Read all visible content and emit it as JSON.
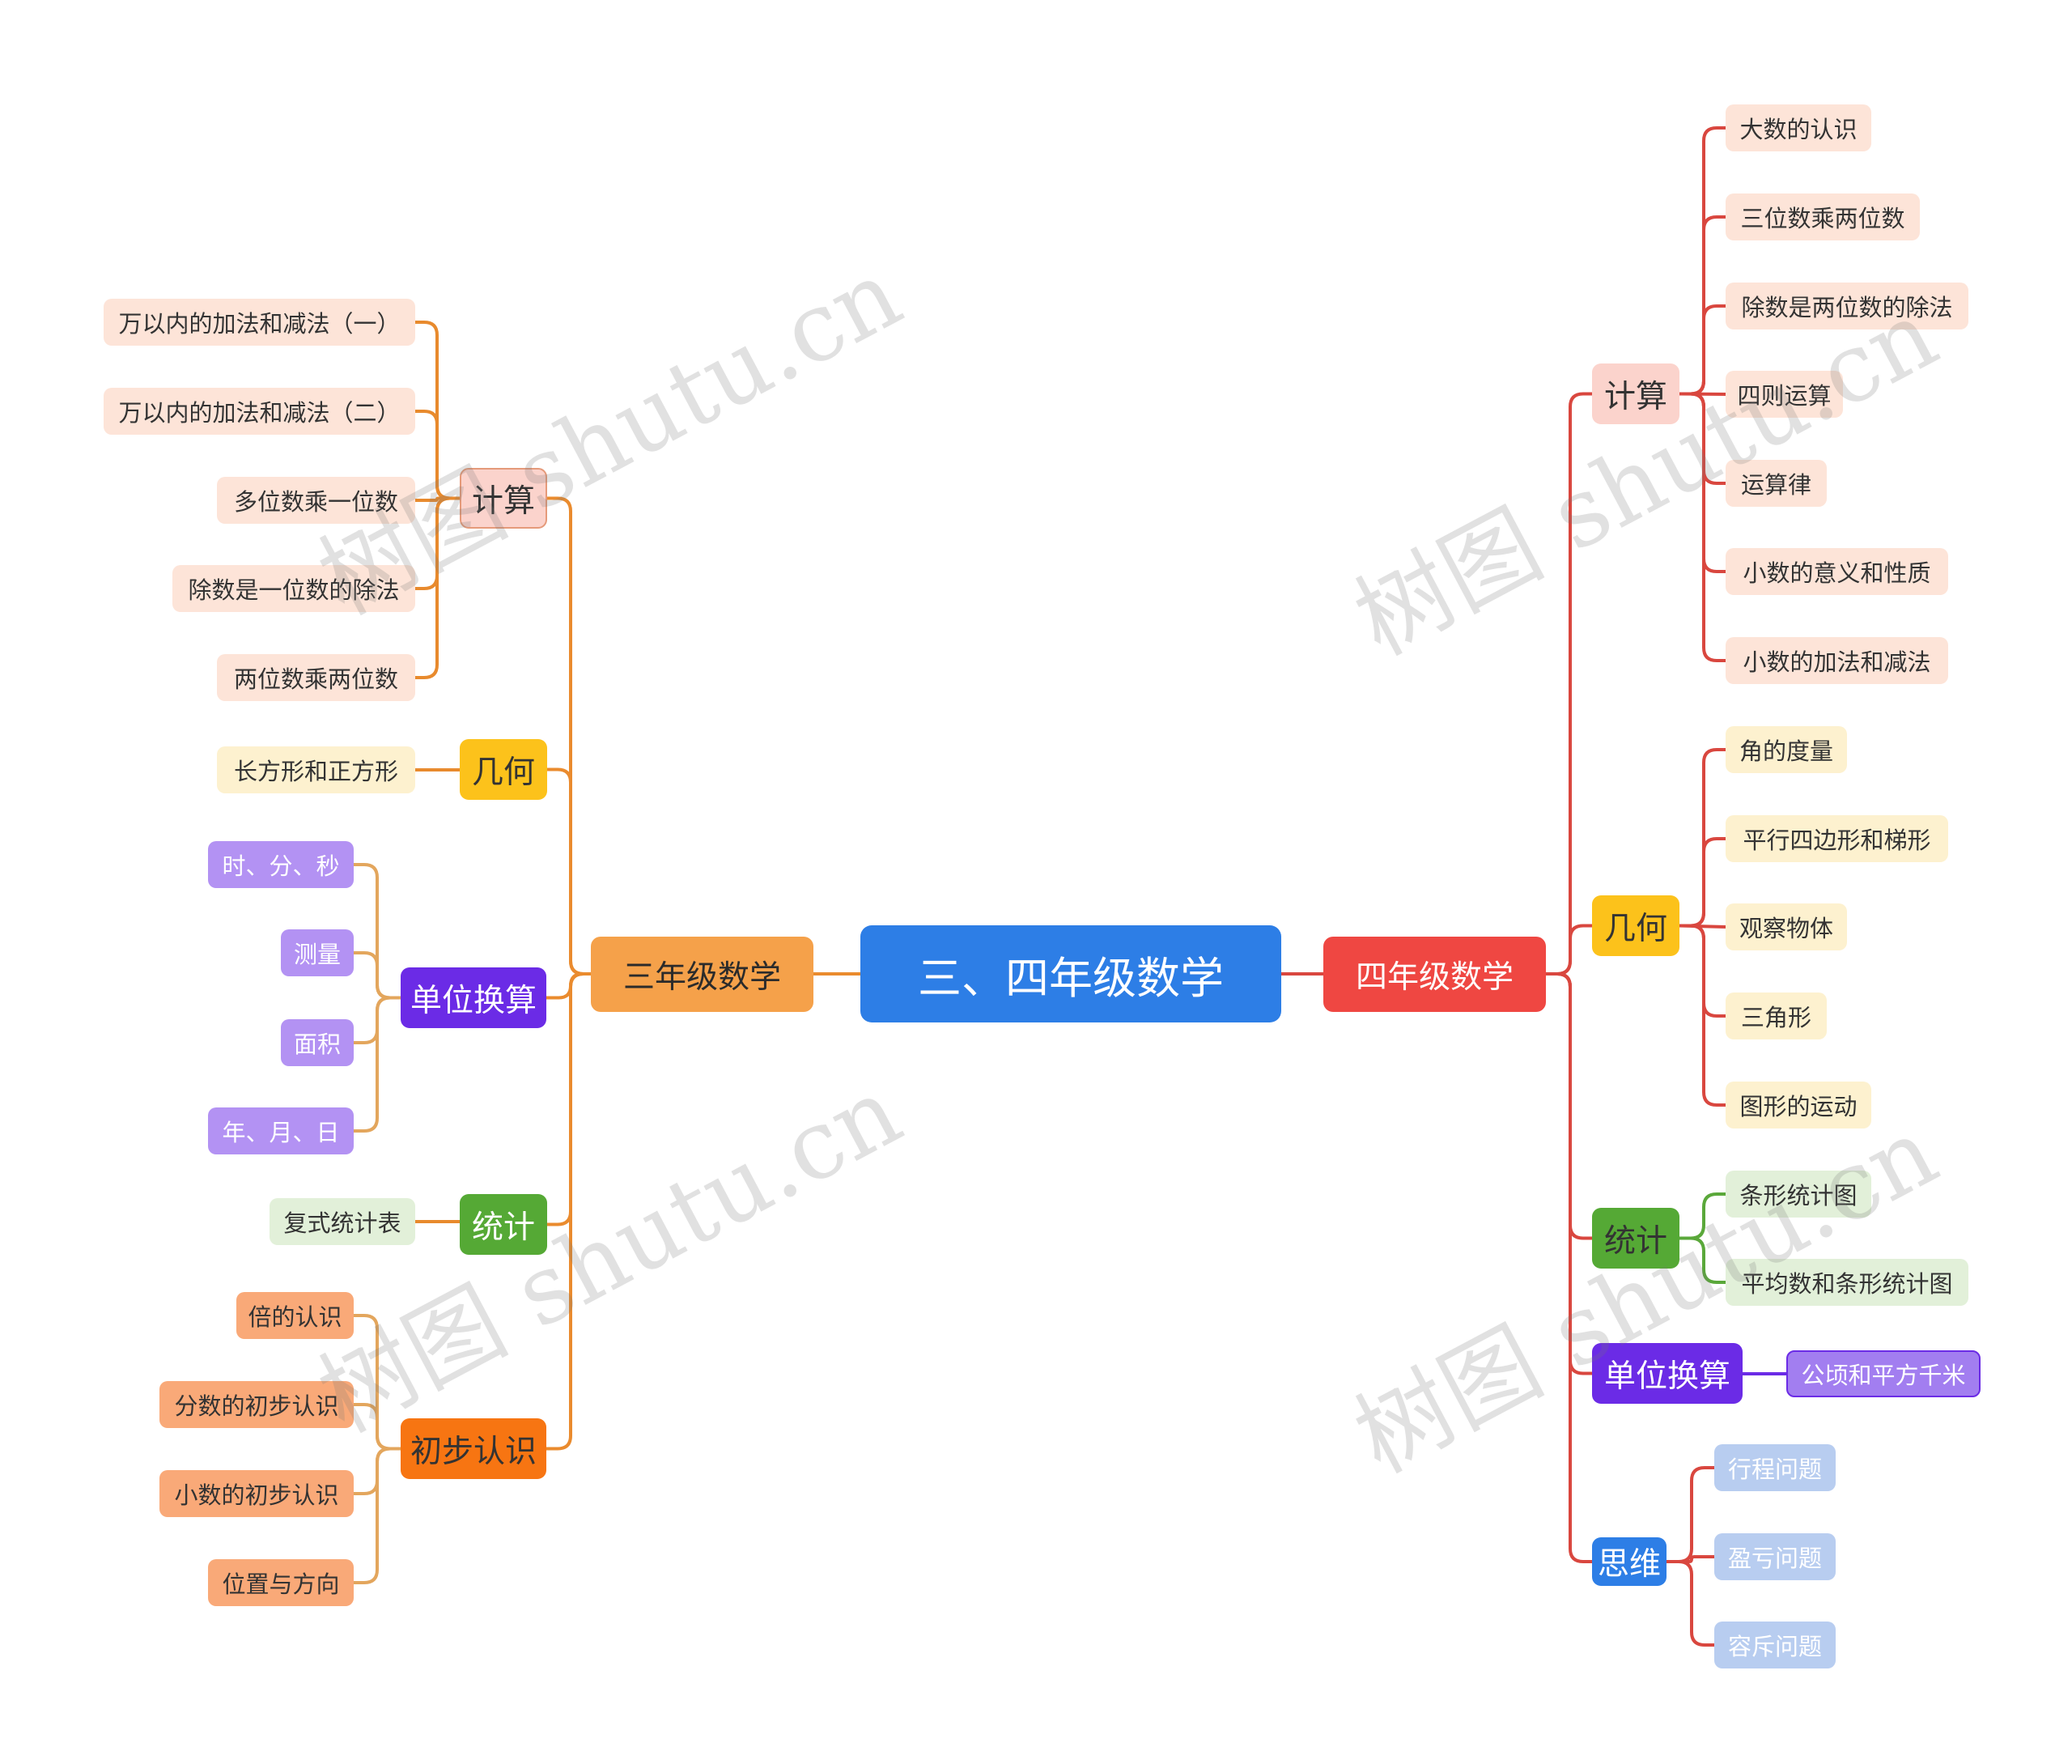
{
  "root": {
    "label": "三、四年级数学",
    "color": "#2d7ee6"
  },
  "left": {
    "label": "三年级数学",
    "color": "#f5a14a",
    "line_color": "#ea8b2e",
    "categories": [
      {
        "label": "计算",
        "bg": "#fbd3cc",
        "fg": "#333333",
        "border": "#e59a7a",
        "leaf_bg": "#fde4d8",
        "leaf_fg": "#333333",
        "line": "#e88a2d",
        "items": [
          "万以内的加法和减法（一）",
          "万以内的加法和减法（二）",
          "多位数乘一位数",
          "除数是一位数的除法",
          "两位数乘两位数"
        ]
      },
      {
        "label": "几何",
        "bg": "#fcc21b",
        "fg": "#333333",
        "border": "",
        "leaf_bg": "#fdf1cf",
        "leaf_fg": "#333333",
        "line": "#e88a2d",
        "items": [
          "长方形和正方形"
        ]
      },
      {
        "label": "单位换算",
        "bg": "#6b2be6",
        "fg": "#ffffff",
        "border": "",
        "leaf_bg": "#b392f3",
        "leaf_fg": "#ffffff",
        "line": "#e3a65d",
        "items": [
          "时、分、秒",
          "测量",
          "面积",
          "年、月、日"
        ]
      },
      {
        "label": "统计",
        "bg": "#55a935",
        "fg": "#ffffff",
        "border": "",
        "leaf_bg": "#e2f0d9",
        "leaf_fg": "#333333",
        "line": "#e88a2d",
        "items": [
          "复式统计表"
        ]
      },
      {
        "label": "初步认识",
        "bg": "#f77512",
        "fg": "#333333",
        "border": "",
        "leaf_bg": "#f9a978",
        "leaf_fg": "#333333",
        "line": "#e3a65d",
        "items": [
          "倍的认识",
          "分数的初步认识",
          "小数的初步认识",
          "位置与方向"
        ]
      }
    ]
  },
  "right": {
    "label": "四年级数学",
    "color": "#ef4742",
    "line_color": "#d9473f",
    "categories": [
      {
        "label": "计算",
        "bg": "#fbd3cc",
        "fg": "#333333",
        "border": "",
        "leaf_bg": "#fde4d8",
        "leaf_fg": "#333333",
        "line": "#d9473f",
        "items": [
          "大数的认识",
          "三位数乘两位数",
          "除数是两位数的除法",
          "四则运算",
          "运算律",
          "小数的意义和性质",
          "小数的加法和减法"
        ]
      },
      {
        "label": "几何",
        "bg": "#fcc21b",
        "fg": "#333333",
        "border": "",
        "leaf_bg": "#fdf1cf",
        "leaf_fg": "#333333",
        "line": "#d9473f",
        "items": [
          "角的度量",
          "平行四边形和梯形",
          "观察物体",
          "三角形",
          "图形的运动"
        ]
      },
      {
        "label": "统计",
        "bg": "#55a935",
        "fg": "#333333",
        "border": "",
        "leaf_bg": "#e2f0d9",
        "leaf_fg": "#333333",
        "line": "#5aa83a",
        "items": [
          "条形统计图",
          "平均数和条形统计图"
        ]
      },
      {
        "label": "单位换算",
        "bg": "#6b2be6",
        "fg": "#ffffff",
        "border": "",
        "leaf_bg": "#a27ef0",
        "leaf_fg": "#ffffff",
        "line": "#6b2be6",
        "leaf_border": "#6b2be6",
        "items": [
          "公顷和平方千米"
        ]
      },
      {
        "label": "思维",
        "bg": "#2d7ee6",
        "fg": "#ffffff",
        "border": "",
        "leaf_bg": "#b8cdf0",
        "leaf_fg": "#ffffff",
        "line": "#d9473f",
        "items": [
          "行程问题",
          "盈亏问题",
          "容斥问题"
        ]
      }
    ]
  },
  "watermark": "树图 shutu.cn"
}
